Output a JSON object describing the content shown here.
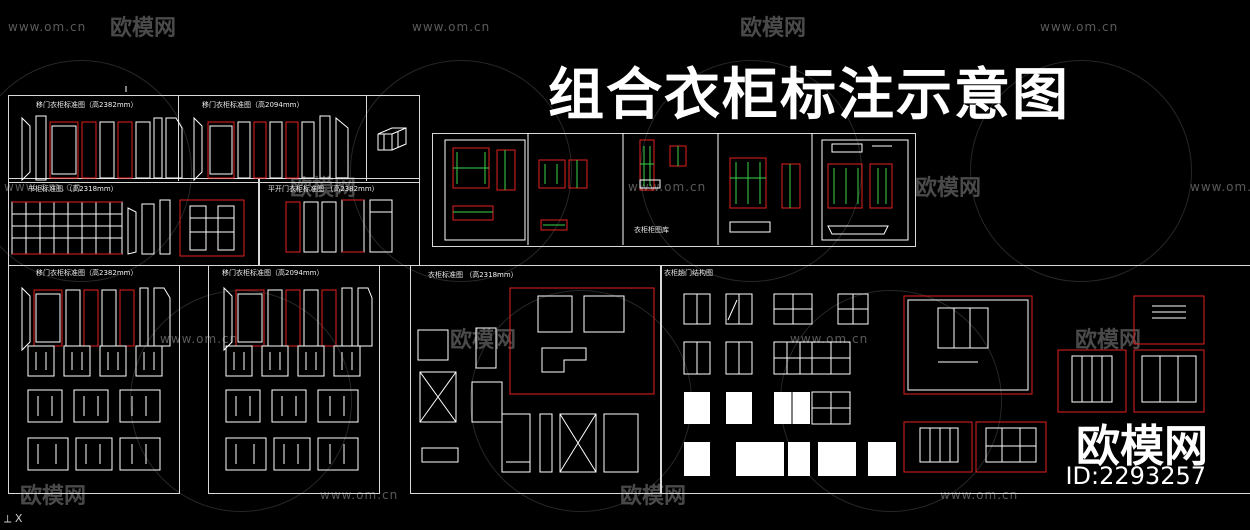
{
  "title": "组合衣柜标注示意图",
  "watermark": {
    "site": "www.om.cn",
    "brand": "欧模网",
    "big_brand": "欧模网",
    "id": "ID:2293257"
  },
  "labels": {
    "a": "移门衣柜标准图（高2382mm）",
    "b": "移门衣柜标准图（高2094mm）",
    "c": "书柜标准图  （高2318mm）",
    "d": "平开门衣柜标准图 （高2382mm）",
    "e": "衣柜柜图库",
    "f": "移门衣柜标准图（高2382mm）",
    "g": "移门衣柜标准图（高2094mm）",
    "h": "衣柜标准图  （高2318mm）",
    "i": "衣柜趟门结构图"
  },
  "command_line": "X",
  "colors": {
    "background": "#000000",
    "frame": "#d9d9d9",
    "accent_red": "#e02020",
    "accent_green": "#39d449"
  }
}
